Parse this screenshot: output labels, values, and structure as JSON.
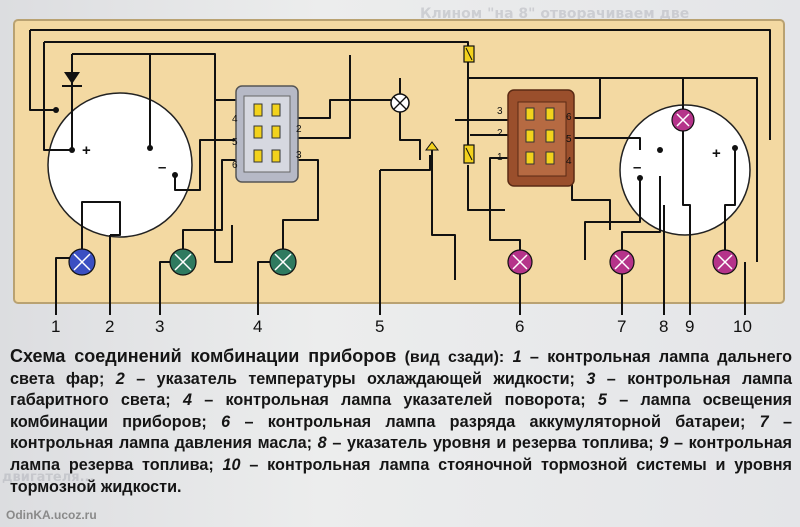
{
  "diagram": {
    "colors": {
      "board": "#f3d9a2",
      "wire": "#111111",
      "lamp_blue": "#3b4fc2",
      "lamp_green": "#2f7a5f",
      "lamp_purple": "#b5338a",
      "connector_left": "#b6b9c6",
      "connector_right": "#9a4f2c",
      "fuse": "#f3d21c"
    },
    "gauge_left": {
      "plus": "+",
      "minus": "–"
    },
    "gauge_right": {
      "plus": "+",
      "minus": "–"
    },
    "connector_left_pins": {
      "p4": "4",
      "p2": "2",
      "p5": "5",
      "p3": "3",
      "p6": "6"
    },
    "connector_right_pins": {
      "p3": "3",
      "p6": "6",
      "p2": "2",
      "p5": "5",
      "p1": "1",
      "p4": "4"
    },
    "callouts": [
      "1",
      "2",
      "3",
      "4",
      "5",
      "6",
      "7",
      "8",
      "9",
      "10"
    ]
  },
  "caption": {
    "title": "Схема соединений комбинации приборов",
    "subtitle": " (вид сзади):",
    "items": [
      {
        "n": "1",
        "t": " – контрольная лампа дальнего света фар; "
      },
      {
        "n": "2",
        "t": " – указатель температуры охлаждающей жидкости; "
      },
      {
        "n": "3",
        "t": " – контрольная лампа габаритного света; "
      },
      {
        "n": "4",
        "t": " – контрольная лампа указателей поворота; "
      },
      {
        "n": "5",
        "t": " – лампа освещения комбинации приборов; "
      },
      {
        "n": "6",
        "t": " – контрольная лампа разряда аккумуляторной батареи; "
      },
      {
        "n": "7",
        "t": " – контрольная лампа давления масла; "
      },
      {
        "n": "8",
        "t": " – указатель уровня и резерва топлива; "
      },
      {
        "n": "9",
        "t": " – контрольная лампа резерва топлива; "
      },
      {
        "n": "10",
        "t": " – контрольная лампа стояночной тормозной системы и уровня тормозной жидкости."
      }
    ]
  },
  "watermark": "OdinKA.ucoz.ru"
}
